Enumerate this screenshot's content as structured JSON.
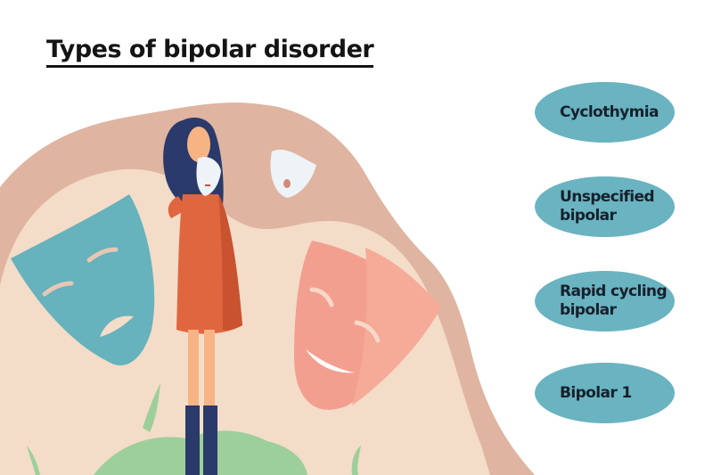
{
  "title": "Types of bipolar disorder",
  "types": [
    {
      "label": "Cyclothymia"
    },
    {
      "label": "Unspecified bipolar"
    },
    {
      "label": "Rapid cycling bipolar"
    },
    {
      "label": "Bipolar 1"
    }
  ],
  "illustration": {
    "description": "Woman holding a white mask in front of her face, with a sad teal mask, a happy pink mask and a small white mask floating around her",
    "colors": {
      "background_dark": "#dfb4a0",
      "background_light": "#f3dcc8",
      "sad_mask": "#66b2bd",
      "happy_mask": "#f39f8f",
      "dress": "#e0663f",
      "hair_boots": "#2a3a6b",
      "skin": "#f6b485",
      "grass": "#9dcf9a",
      "pill": "#6ab3c1"
    }
  }
}
